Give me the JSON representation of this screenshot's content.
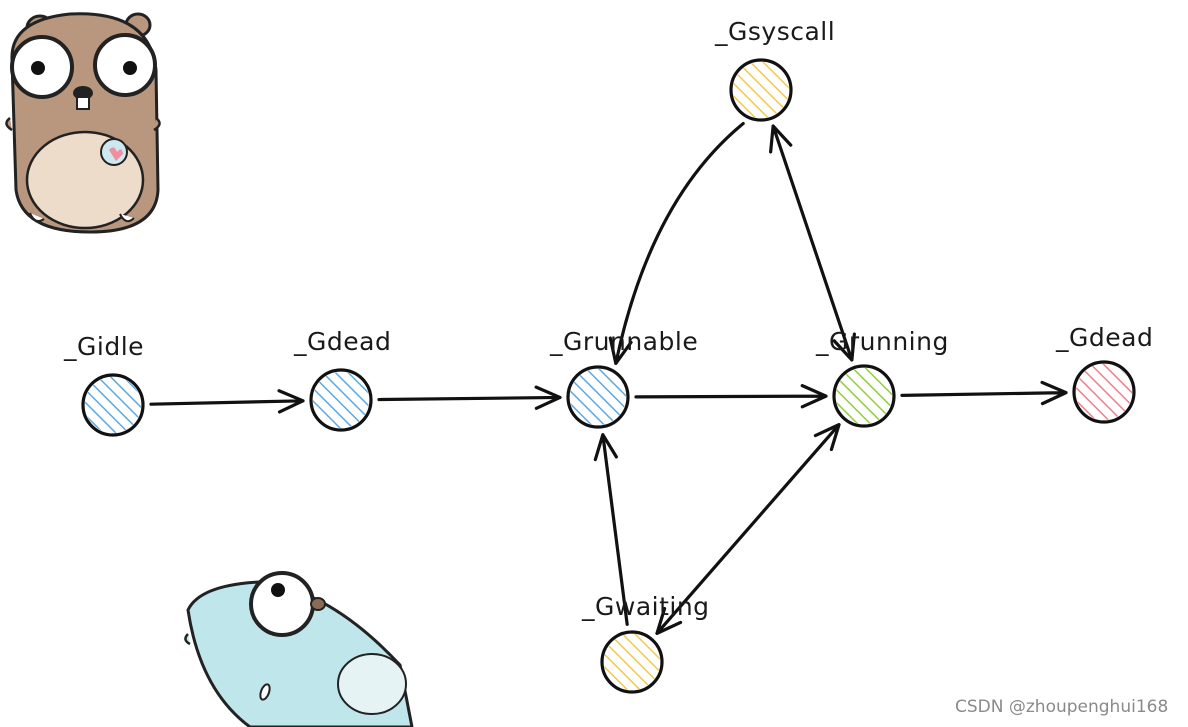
{
  "diagram": {
    "nodes": [
      {
        "id": "gidle",
        "label": "_Gidle",
        "color": "#5aa9e6"
      },
      {
        "id": "gdead1",
        "label": "_Gdead",
        "color": "#5aa9e6"
      },
      {
        "id": "grunnable",
        "label": "_Grunnable",
        "color": "#5aa9e6"
      },
      {
        "id": "grunning",
        "label": "_Grunning",
        "color": "#8fcf3c"
      },
      {
        "id": "gdead2",
        "label": "_Gdead",
        "color": "#ef7f8a"
      },
      {
        "id": "gsyscall",
        "label": "_Gsyscall",
        "color": "#f2c94c"
      },
      {
        "id": "gwaiting",
        "label": "_Gwaiting",
        "color": "#f2c94c"
      }
    ],
    "edges": [
      {
        "from": "gidle",
        "to": "gdead1"
      },
      {
        "from": "gdead1",
        "to": "grunnable"
      },
      {
        "from": "grunnable",
        "to": "grunning"
      },
      {
        "from": "grunning",
        "to": "gdead2"
      },
      {
        "from": "gsyscall",
        "to": "grunnable"
      },
      {
        "from": "gsyscall",
        "to": "grunning",
        "bidirectional": true
      },
      {
        "from": "gwaiting",
        "to": "grunnable"
      },
      {
        "from": "grunning",
        "to": "gwaiting",
        "bidirectional": true
      }
    ]
  },
  "mascots": [
    {
      "id": "gopher-brown",
      "color": "#b8977e"
    },
    {
      "id": "gopher-blue",
      "color": "#bfe6ea"
    }
  ],
  "watermark": "CSDN @zhoupenghui168"
}
